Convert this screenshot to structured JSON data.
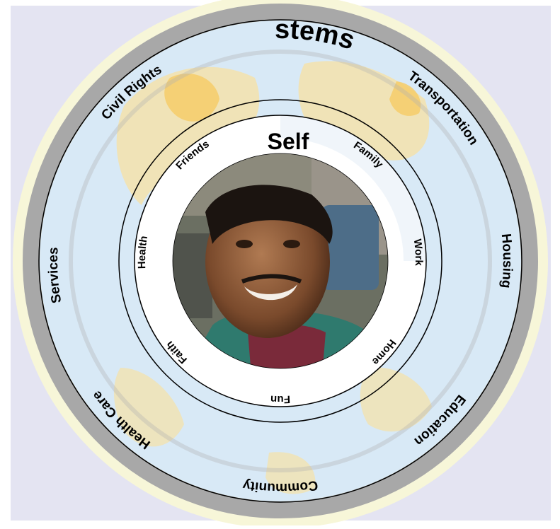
{
  "diagram": {
    "outer_ring": {
      "title": "Systems",
      "items": [
        "Transportation",
        "Housing",
        "Education",
        "Community",
        "Health Care",
        "Services",
        "Civil Rights"
      ]
    },
    "inner_ring": {
      "title": "Self",
      "items": [
        "Family",
        "Work",
        "Home",
        "Fun",
        "Faith",
        "Health",
        "Friends"
      ]
    },
    "center_image": {
      "label": "person-photo"
    }
  },
  "colors": {
    "frame_bg": "#e4e4f2",
    "halo": "#fbfbe3",
    "ring_gray": "#a6a6a6",
    "globe_blue": "#d6e8f6",
    "land": "#f3e2b0",
    "sun": "#f6d070",
    "white": "#ffffff"
  }
}
